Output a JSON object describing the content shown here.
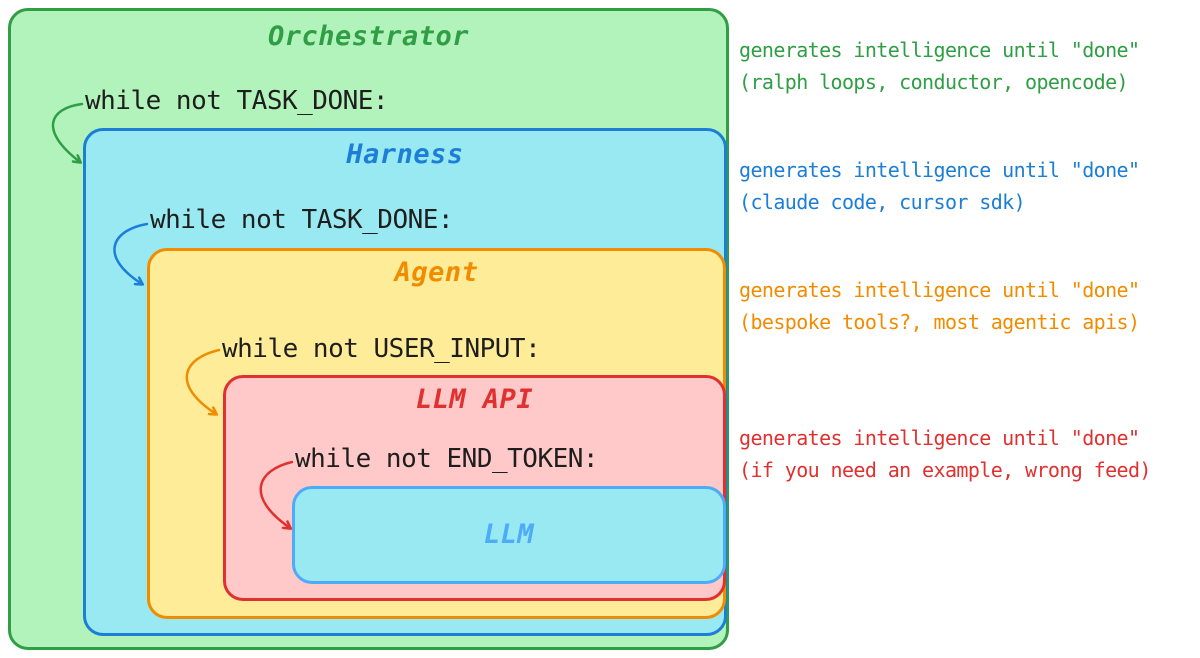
{
  "layers": [
    {
      "id": "orchestrator",
      "title": "Orchestrator",
      "color": "#2f9e44",
      "fill": "#b2f2bb",
      "loop": "while not TASK_DONE:",
      "annotation": {
        "line1": "generates intelligence until \"done\"",
        "line2": "(ralph loops, conductor, opencode)"
      }
    },
    {
      "id": "harness",
      "title": "Harness",
      "color": "#1c7ed6",
      "fill": "#99e9f2",
      "loop": "while not TASK_DONE:",
      "annotation": {
        "line1": "generates intelligence until \"done\"",
        "line2": "(claude code, cursor sdk)"
      }
    },
    {
      "id": "agent",
      "title": "Agent",
      "color": "#f08c00",
      "fill": "#ffec99",
      "loop": "while not USER_INPUT:",
      "annotation": {
        "line1": "generates intelligence until \"done\"",
        "line2": "(bespoke tools?, most agentic apis)"
      }
    },
    {
      "id": "llm-api",
      "title": "LLM API",
      "color": "#e03131",
      "fill": "#ffc9c9",
      "loop": "while not END_TOKEN:",
      "annotation": {
        "line1": "generates intelligence until \"done\"",
        "line2": "(if you need an example, wrong feed)"
      }
    },
    {
      "id": "llm",
      "title": "LLM",
      "color": "#4dabf7",
      "fill": "#99e9f2"
    }
  ],
  "icons": {
    "loop_arrow": "curved-arrow-icon"
  }
}
